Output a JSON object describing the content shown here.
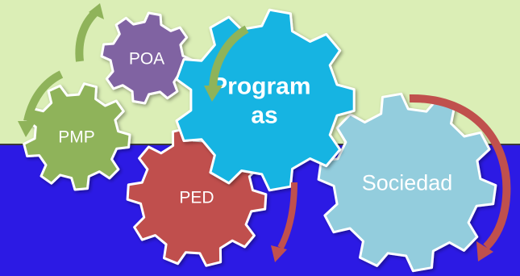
{
  "colors": {
    "background_top": "#dbeeb6",
    "background_bottom": "#2c1ae4",
    "gear_outline": "#ffffff",
    "gear_text": "#ffffff"
  },
  "gears": [
    {
      "id": "gear-poa",
      "label_lines": [
        "POA"
      ],
      "color": "#8064a2",
      "bold": false
    },
    {
      "id": "gear-pmp",
      "label_lines": [
        "PMP"
      ],
      "color": "#8fb35a",
      "bold": false
    },
    {
      "id": "gear-ped",
      "label_lines": [
        "PED"
      ],
      "color": "#c0504d",
      "bold": false
    },
    {
      "id": "gear-programas",
      "label_lines": [
        "Program",
        "as"
      ],
      "color": "#12b4e2",
      "bold": true
    },
    {
      "id": "gear-sociedad",
      "label_lines": [
        "Sociedad"
      ],
      "color": "#93cddd",
      "bold": false
    }
  ],
  "arrows": [
    {
      "id": "arrow-pmp-to-poa",
      "color": "#8fb35a"
    },
    {
      "id": "arrow-poa-to-pmp",
      "color": "#8fb35a"
    },
    {
      "id": "arrow-pmp-loop",
      "color": "#8fb35a"
    },
    {
      "id": "arrow-programas-left",
      "color": "#8fb35a"
    },
    {
      "id": "arrow-programas-down",
      "color": "#c0504d"
    },
    {
      "id": "arrow-sociedad",
      "color": "#c0504d"
    }
  ]
}
